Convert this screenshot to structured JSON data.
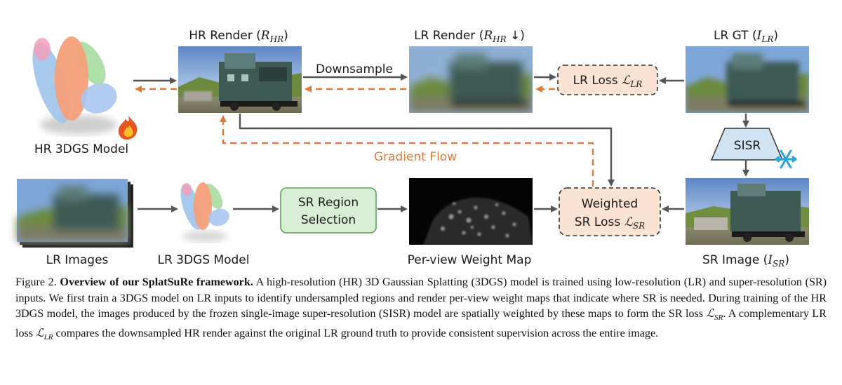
{
  "figure": {
    "labels": {
      "hr_3dgs_model": "HR 3DGS Model",
      "hr_render": "HR Render (",
      "hr_render_sym": "R",
      "hr_render_sub": "HR",
      "hr_render_close": ")",
      "lr_render": "LR Render (",
      "lr_render_sym": "R",
      "lr_render_sub": "HR",
      "lr_render_arrow": " ↓)",
      "lr_gt": "LR GT (",
      "lr_gt_sym": "I",
      "lr_gt_sub": "LR",
      "lr_gt_close": ")",
      "downsample": "Downsample",
      "lr_loss": "LR Loss ",
      "lr_loss_sym": "ℒ",
      "lr_loss_sub": "LR",
      "sisr": "SISR",
      "gradient_flow": "Gradient Flow",
      "weighted": "Weighted",
      "sr_loss": "SR Loss ",
      "sr_loss_sym": "ℒ",
      "sr_loss_sub": "SR",
      "sr_region_1": "SR Region",
      "sr_region_2": "Selection",
      "lr_images": "LR Images",
      "lr_3dgs_model": "LR 3DGS Model",
      "weight_map": "Per-view Weight Map",
      "sr_image": "SR Image (",
      "sr_image_sym": "I",
      "sr_image_sub": "SR",
      "sr_image_close": ")"
    },
    "icons": {
      "fire": "fire-icon",
      "snowflake": "snowflake-icon"
    },
    "colors": {
      "arrow_gray": "#555555",
      "gradient_orange": "#e07a3a",
      "loss_fill": "#fbe3d4",
      "selection_fill": "#d8efd5",
      "selection_border": "#5aa05a"
    }
  },
  "caption": {
    "fig_num": "Figure 2. ",
    "title": "Overview of our SplatSuRe framework.",
    "text1": " A high-resolution (HR) 3D Gaussian Splatting (3DGS) model is trained using low-resolution (LR) and super-resolution (SR) inputs. We first train a 3DGS model on LR inputs to identify undersampled regions and render per-view weight maps that indicate where SR is needed. During training of the HR 3DGS model, the images produced by the frozen single-image super-resolution (SISR) model are spatially weighted by these maps to form the SR loss ",
    "sr_loss_sym": "ℒ",
    "sr_loss_sub": "SR",
    "text2": ". A complementary LR loss ",
    "lr_loss_sym": "ℒ",
    "lr_loss_sub": "LR",
    "text3": " compares the downsampled HR render against the original LR ground truth to provide consistent supervision across the entire image."
  }
}
